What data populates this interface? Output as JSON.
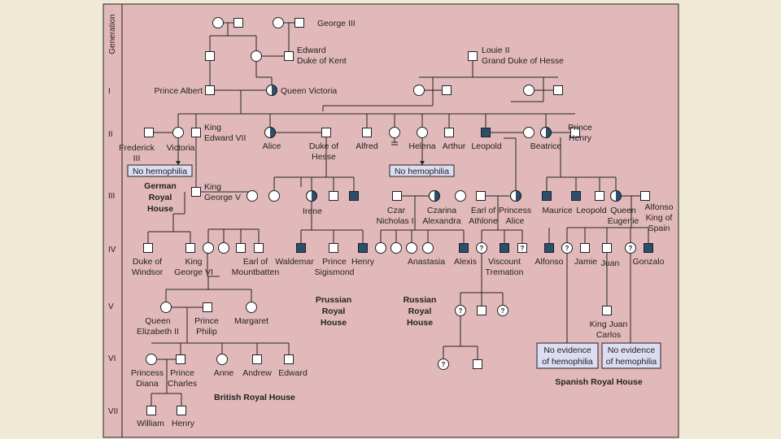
{
  "colors": {
    "panel": "#e2b9ba",
    "background": "#efe9d6",
    "affected": "#2b4e6c",
    "note_box": "#dcdcf3",
    "line": "#222222"
  },
  "header": {
    "generation_label": "Generation"
  },
  "generations": [
    "I",
    "II",
    "III",
    "IV",
    "V",
    "VI",
    "VII"
  ],
  "houses": {
    "german": [
      "German",
      "Royal",
      "House"
    ],
    "prussian": [
      "Prussian",
      "Royal",
      "House"
    ],
    "russian": [
      "Russian",
      "Royal",
      "House"
    ],
    "british": [
      "British Royal House"
    ],
    "spanish": [
      "Spanish Royal House"
    ]
  },
  "notes": {
    "no_hemophilia": "No hemophilia",
    "no_evidence_1": "No evidence",
    "no_evidence_2": "of hemophilia"
  },
  "people": [
    {
      "id": "p_gIII_f",
      "sex": "f",
      "status": "normal",
      "label": []
    },
    {
      "id": "p_gIII_m",
      "sex": "m",
      "status": "normal",
      "label": []
    },
    {
      "id": "p_g3",
      "sex": "m",
      "status": "normal",
      "label": [
        "George III"
      ]
    },
    {
      "id": "p_g3w",
      "sex": "f",
      "status": "normal",
      "label": []
    },
    {
      "id": "p_pa_f",
      "sex": "m",
      "status": "normal",
      "label": []
    },
    {
      "id": "p_vm",
      "sex": "f",
      "status": "normal",
      "label": []
    },
    {
      "id": "p_edw",
      "sex": "m",
      "status": "normal",
      "label": [
        "Edward",
        "Duke of Kent"
      ]
    },
    {
      "id": "p_louis",
      "sex": "m",
      "status": "normal",
      "label": [
        "Louie II",
        "Grand Duke of Hesse"
      ]
    },
    {
      "id": "p_albert",
      "sex": "m",
      "status": "normal",
      "label": [
        "Prince Albert"
      ]
    },
    {
      "id": "p_victoria",
      "sex": "f",
      "status": "carrier",
      "label": [
        "Queen Victoria"
      ]
    },
    {
      "id": "p_h1f",
      "sex": "f",
      "status": "normal",
      "label": []
    },
    {
      "id": "p_h1m",
      "sex": "m",
      "status": "normal",
      "label": []
    },
    {
      "id": "p_h2f",
      "sex": "f",
      "status": "normal",
      "label": []
    },
    {
      "id": "p_h2m",
      "sex": "m",
      "status": "normal",
      "label": []
    },
    {
      "id": "p_fred",
      "sex": "m",
      "status": "normal",
      "label": [
        "Frederick",
        "III"
      ]
    },
    {
      "id": "p_vic2",
      "sex": "f",
      "status": "normal",
      "label": [
        "Victoria"
      ]
    },
    {
      "id": "p_ed7",
      "sex": "m",
      "status": "normal",
      "label": [
        "King",
        "Edward VII"
      ]
    },
    {
      "id": "p_alice",
      "sex": "f",
      "status": "carrier",
      "label": [
        "Alice"
      ]
    },
    {
      "id": "p_dukeh",
      "sex": "m",
      "status": "normal",
      "label": [
        "Duke of",
        "Hesse"
      ]
    },
    {
      "id": "p_alfred",
      "sex": "m",
      "status": "normal",
      "label": [
        "Alfred"
      ]
    },
    {
      "id": "p_unk",
      "sex": "f",
      "status": "normal",
      "label": []
    },
    {
      "id": "p_helena",
      "sex": "f",
      "status": "normal",
      "label": [
        "Helena"
      ]
    },
    {
      "id": "p_arthur",
      "sex": "m",
      "status": "normal",
      "label": [
        "Arthur"
      ]
    },
    {
      "id": "p_leopold",
      "sex": "m",
      "status": "affected",
      "label": [
        "Leopold"
      ]
    },
    {
      "id": "p_lw",
      "sex": "f",
      "status": "normal",
      "label": []
    },
    {
      "id": "p_beatrice",
      "sex": "f",
      "status": "carrier",
      "label": [
        "Beatrice"
      ]
    },
    {
      "id": "p_henry",
      "sex": "m",
      "status": "normal",
      "label": [
        "Prince",
        "Henry"
      ]
    },
    {
      "id": "p_george5",
      "sex": "m",
      "status": "normal",
      "label": [
        "King",
        "George V"
      ]
    },
    {
      "id": "p_g5w",
      "sex": "f",
      "status": "normal",
      "label": []
    },
    {
      "id": "p_h3a",
      "sex": "f",
      "status": "normal",
      "label": []
    },
    {
      "id": "p_irene",
      "sex": "f",
      "status": "carrier",
      "label": [
        "Irene"
      ]
    },
    {
      "id": "p_h3b",
      "sex": "m",
      "status": "normal",
      "label": []
    },
    {
      "id": "p_h3c",
      "sex": "m",
      "status": "affected",
      "label": []
    },
    {
      "id": "p_nicholas",
      "sex": "m",
      "status": "normal",
      "label": [
        "Czar",
        "Nicholas II"
      ]
    },
    {
      "id": "p_alexandra",
      "sex": "f",
      "status": "carrier",
      "label": [
        "Czarina",
        "Alexandra"
      ]
    },
    {
      "id": "p_h3d",
      "sex": "f",
      "status": "normal",
      "label": []
    },
    {
      "id": "p_athlone",
      "sex": "m",
      "status": "normal",
      "label": [
        "Earl of",
        "Athlone"
      ]
    },
    {
      "id": "p_palice",
      "sex": "f",
      "status": "carrier",
      "label": [
        "Princess",
        "Alice"
      ]
    },
    {
      "id": "p_maurice",
      "sex": "m",
      "status": "affected",
      "label": [
        "Maurice"
      ]
    },
    {
      "id": "p_leopold2",
      "sex": "m",
      "status": "affected",
      "label": [
        "Leopold"
      ]
    },
    {
      "id": "p_b3",
      "sex": "m",
      "status": "normal",
      "label": []
    },
    {
      "id": "p_eugenie",
      "sex": "f",
      "status": "carrier",
      "label": [
        "Queen",
        "Eugenie"
      ]
    },
    {
      "id": "p_alfonso13",
      "sex": "m",
      "status": "normal",
      "label": [
        "Alfonso",
        "King of",
        "Spain"
      ]
    },
    {
      "id": "p_windsor",
      "sex": "m",
      "status": "normal",
      "label": [
        "Duke of",
        "Windsor"
      ]
    },
    {
      "id": "p_george6",
      "sex": "m",
      "status": "normal",
      "label": [
        "King",
        "George VI"
      ]
    },
    {
      "id": "p_g6w",
      "sex": "f",
      "status": "normal",
      "label": []
    },
    {
      "id": "p_g4a",
      "sex": "f",
      "status": "normal",
      "label": []
    },
    {
      "id": "p_mountbatten",
      "sex": "m",
      "status": "normal",
      "label": [
        "Earl of",
        "Mountbatten"
      ]
    },
    {
      "id": "p_g4b",
      "sex": "m",
      "status": "normal",
      "label": []
    },
    {
      "id": "p_waldemar",
      "sex": "m",
      "status": "affected",
      "label": [
        "Waldemar"
      ]
    },
    {
      "id": "p_sigismond",
      "sex": "m",
      "status": "normal",
      "label": [
        "Prince",
        "Sigismond"
      ]
    },
    {
      "id": "p_henry2",
      "sex": "m",
      "status": "affected",
      "label": [
        "Henry"
      ]
    },
    {
      "id": "p_r1",
      "sex": "f",
      "status": "normal",
      "label": []
    },
    {
      "id": "p_r2",
      "sex": "f",
      "status": "normal",
      "label": []
    },
    {
      "id": "p_anastasia",
      "sex": "f",
      "status": "normal",
      "label": [
        "Anastasia"
      ]
    },
    {
      "id": "p_r4",
      "sex": "f",
      "status": "normal",
      "label": []
    },
    {
      "id": "p_alexis",
      "sex": "m",
      "status": "affected",
      "label": [
        "Alexis"
      ]
    },
    {
      "id": "p_tq",
      "sex": "f",
      "status": "unknown",
      "label": []
    },
    {
      "id": "p_tremation",
      "sex": "m",
      "status": "affected",
      "label": [
        "Viscount",
        "Tremation"
      ]
    },
    {
      "id": "p_tq2",
      "sex": "m",
      "status": "unknown",
      "label": []
    },
    {
      "id": "p_alfonso",
      "sex": "m",
      "status": "affected",
      "label": [
        "Alfonso"
      ]
    },
    {
      "id": "p_sq1",
      "sex": "f",
      "status": "unknown",
      "label": []
    },
    {
      "id": "p_jamie",
      "sex": "m",
      "status": "normal",
      "label": [
        "Jamie"
      ]
    },
    {
      "id": "p_juan",
      "sex": "m",
      "status": "normal",
      "label": [
        "Juan"
      ]
    },
    {
      "id": "p_sq2",
      "sex": "f",
      "status": "unknown",
      "label": []
    },
    {
      "id": "p_gonzalo",
      "sex": "m",
      "status": "affected",
      "label": [
        "Gonzalo"
      ]
    },
    {
      "id": "p_elizabeth",
      "sex": "f",
      "status": "normal",
      "label": [
        "Queen",
        "Elizabeth II"
      ]
    },
    {
      "id": "p_philip",
      "sex": "m",
      "status": "normal",
      "label": [
        "Prince",
        "Philip"
      ]
    },
    {
      "id": "p_margaret",
      "sex": "f",
      "status": "normal",
      "label": [
        "Margaret"
      ]
    },
    {
      "id": "p_v_q",
      "sex": "f",
      "status": "unknown",
      "label": []
    },
    {
      "id": "p_v_m",
      "sex": "m",
      "status": "normal",
      "label": []
    },
    {
      "id": "p_v_q2",
      "sex": "f",
      "status": "unknown",
      "label": []
    },
    {
      "id": "p_juancarlos",
      "sex": "m",
      "status": "normal",
      "label": [
        "King Juan",
        "Carlos"
      ]
    },
    {
      "id": "p_diana",
      "sex": "f",
      "status": "normal",
      "label": [
        "Princess",
        "Diana"
      ]
    },
    {
      "id": "p_charles",
      "sex": "m",
      "status": "normal",
      "label": [
        "Prince",
        "Charles"
      ]
    },
    {
      "id": "p_anne",
      "sex": "f",
      "status": "normal",
      "label": [
        "Anne"
      ]
    },
    {
      "id": "p_andrew",
      "sex": "m",
      "status": "normal",
      "label": [
        "Andrew"
      ]
    },
    {
      "id": "p_edward",
      "sex": "m",
      "status": "normal",
      "label": [
        "Edward"
      ]
    },
    {
      "id": "p_vi_q",
      "sex": "f",
      "status": "unknown",
      "label": []
    },
    {
      "id": "p_vi_m",
      "sex": "m",
      "status": "normal",
      "label": []
    },
    {
      "id": "p_william",
      "sex": "m",
      "status": "normal",
      "label": [
        "William"
      ]
    },
    {
      "id": "p_harry",
      "sex": "m",
      "status": "normal",
      "label": [
        "Henry"
      ]
    }
  ]
}
